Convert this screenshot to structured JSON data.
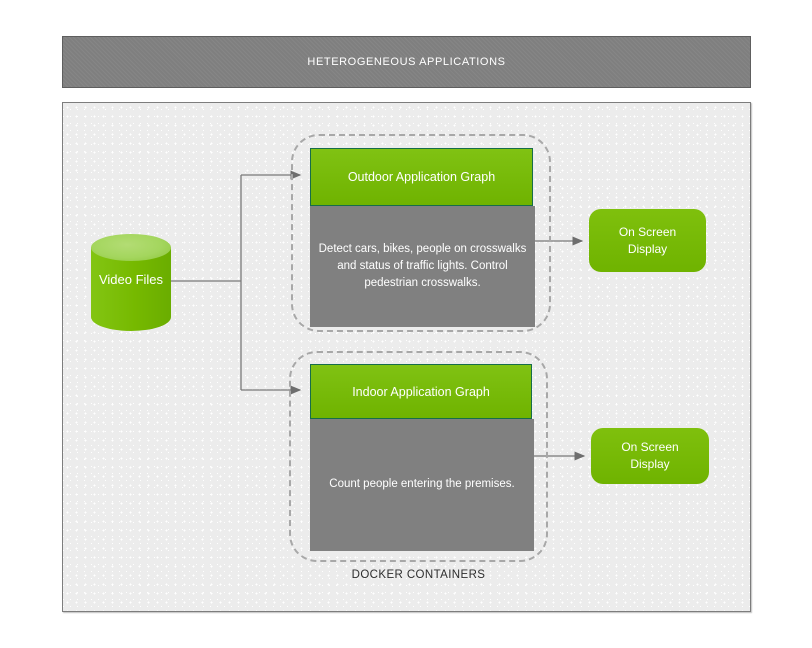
{
  "header": {
    "title": "HETEROGENEOUS APPLICATIONS"
  },
  "stage": {
    "video_files": {
      "label": "Video Files"
    },
    "outdoor_group": {
      "title": "Outdoor Application Graph",
      "description": "Detect cars, bikes, people on crosswalks and status of traffic lights. Control pedestrian crosswalks."
    },
    "indoor_group": {
      "title": "Indoor Application Graph",
      "description": "Count people entering the premises."
    },
    "osd_top": {
      "label": "On Screen Display"
    },
    "osd_bottom": {
      "label": "On Screen Display"
    },
    "docker_label": "DOCKER CONTAINERS"
  },
  "colors": {
    "green": "#76b900",
    "green_light": "#a4d65e",
    "green_border": "#176d4a",
    "gray_box": "#808080",
    "header_gray": "#7f7f7f",
    "canvas_bg": "#ececec",
    "arrow": "#787878",
    "dash_border": "#a8a8a8"
  }
}
